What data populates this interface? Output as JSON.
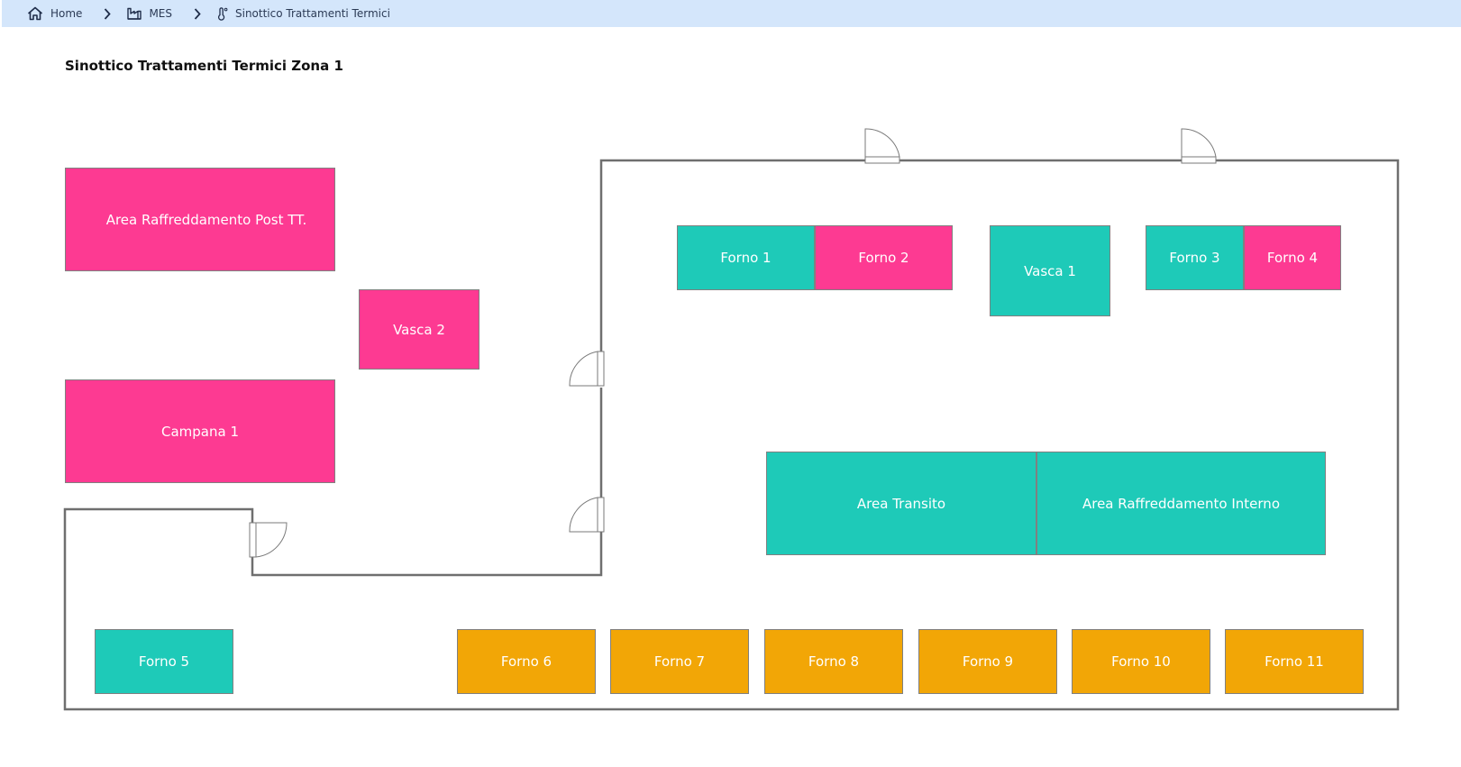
{
  "breadcrumb": {
    "items": [
      {
        "label": "Home",
        "icon": "home-icon"
      },
      {
        "label": "MES",
        "icon": "factory-icon"
      },
      {
        "label": "Sinottico Trattamenti Termici",
        "icon": "thermometer-icon"
      }
    ]
  },
  "page": {
    "title": "Sinottico Trattamenti Termici Zona 1"
  },
  "areas": {
    "area_raffreddamento_post": "Area Raffreddamento Post TT.",
    "vasca_2": "Vasca 2",
    "campana_1": "Campana 1",
    "forno_1": "Forno 1",
    "forno_2": "Forno 2",
    "vasca_1": "Vasca 1",
    "forno_3": "Forno 3",
    "forno_4": "Forno 4",
    "area_transito": "Area Transito",
    "area_raffreddamento_interno": "Area Raffreddamento Interno",
    "forno_5": "Forno 5",
    "forno_6": "Forno 6",
    "forno_7": "Forno 7",
    "forno_8": "Forno 8",
    "forno_9": "Forno 9",
    "forno_10": "Forno 10",
    "forno_11": "Forno 11"
  },
  "colors": {
    "pink": "#fd3a92",
    "teal": "#1ecab8",
    "orange": "#f2a606",
    "breadcrumb_bg": "#d4e6fb",
    "wall": "#6f6f6f"
  }
}
